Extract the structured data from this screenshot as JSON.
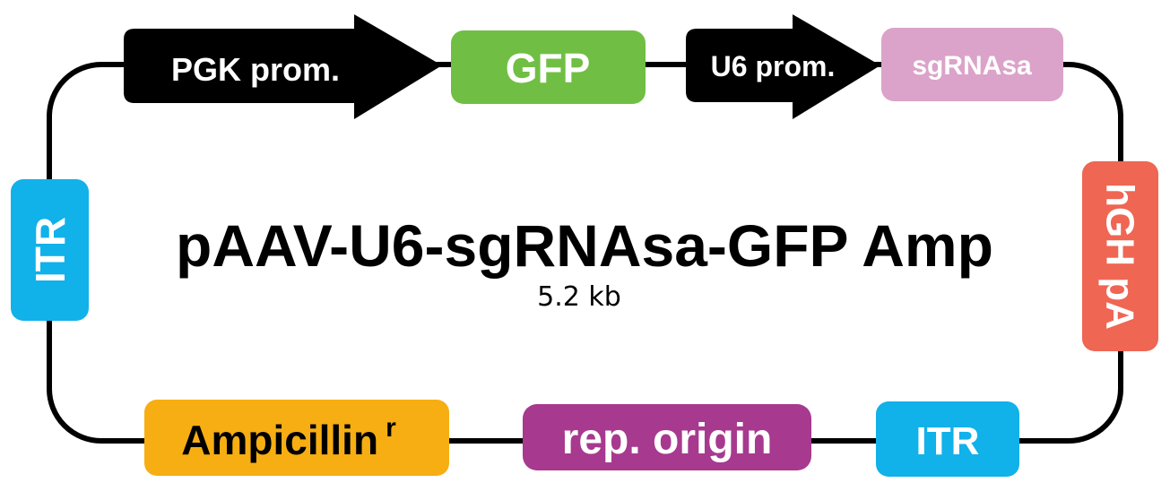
{
  "colors": {
    "background": "#ffffff",
    "backbone": "#000000",
    "promoter": "#000000",
    "gfp": "#70bf44",
    "sgrna": "#dba3c9",
    "itr": "#11b1ea",
    "hgh": "#ef6653",
    "rep_origin": "#a7398f",
    "ampicillin": "#f7ae12",
    "label_light": "#ffffff",
    "label_dark": "#000000"
  },
  "plasmid": {
    "name": "pAAV-U6-sgRNAsa-GFP Amp",
    "size": "5.2 kb"
  },
  "elements": {
    "pgk_promoter": "PGK prom.",
    "gfp": "GFP",
    "u6_promoter": "U6 prom.",
    "sgrnasa": "sgRNAsa",
    "hgh_pa": "hGH pA",
    "itr_right": "ITR",
    "rep_origin": "rep. origin",
    "ampicillin": "Ampicillin",
    "ampicillin_superscript": "r",
    "itr_left": "ITR"
  }
}
